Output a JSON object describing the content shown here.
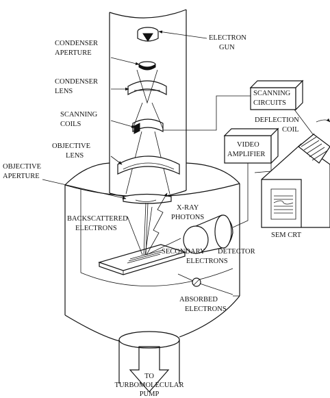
{
  "labels": {
    "electron_gun": [
      "ELECTRON",
      "GUN"
    ],
    "condenser_aperture": [
      "CONDENSER",
      "APERTURE"
    ],
    "condenser_lens": [
      "CONDENSER",
      "LENS"
    ],
    "scanning_coils": [
      "SCANNING",
      "COILS"
    ],
    "objective_lens": [
      "OBJECTIVE",
      "LENS"
    ],
    "objective_aperture": [
      "OBJECTIVE",
      "APERTURE"
    ],
    "scanning_circuits": [
      "SCANNING",
      "CIRCUITS"
    ],
    "deflection_coil": [
      "DEFLECTION",
      "COIL"
    ],
    "video_amplifier": [
      "VIDEO",
      "AMPLIFIER"
    ],
    "sem_crt": "SEM CRT",
    "backscattered_electrons": [
      "BACKSCATTERED",
      "ELECTRONS"
    ],
    "xray_photons": [
      "X-RAY",
      "PHOTONS"
    ],
    "secondary_electrons": [
      "SECONDARY",
      "ELECTRONS"
    ],
    "detector": "DETECTOR",
    "absorbed_electrons": [
      "ABSORBED",
      "ELECTRONS"
    ],
    "turbomolecular_pump": [
      "TO",
      "TURBOMOLECULAR",
      "PUMP"
    ]
  }
}
